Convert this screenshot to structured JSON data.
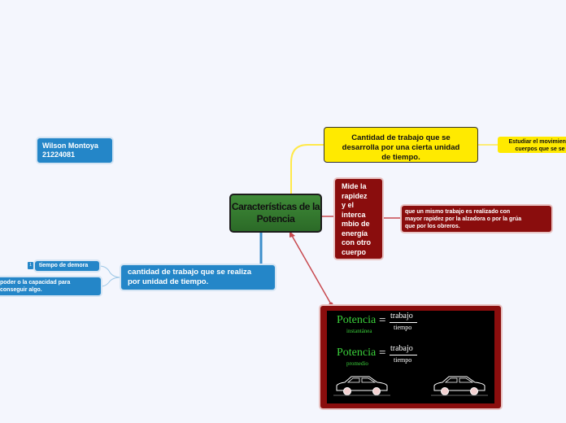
{
  "central": {
    "line1": "Características de la",
    "line2": "Potencia"
  },
  "author": {
    "name": "Wilson Montoya",
    "id": "21224081"
  },
  "yellow_main": {
    "line1": "Cantidad de trabajo que se",
    "line2": "desarrolla por una cierta unidad",
    "line3": "de tiempo."
  },
  "yellow_sub": {
    "line1": "Estudiar el movimiento",
    "line2": "cuerpos que se se"
  },
  "red_tall": {
    "lines": [
      "Mide la",
      "rapidez",
      "y el",
      "interca",
      "mbio de",
      "energía",
      "con otro",
      "cuerpo"
    ]
  },
  "red_sub": {
    "line1": "que un mismo trabajo es realizado con",
    "line2": "mayor rapidez por la alzadora o por la grúa",
    "line3": "que por los obreros."
  },
  "left_main": {
    "line1": "cantidad de trabajo que se realiza",
    "line2": "por unidad de tiempo."
  },
  "left_small1": {
    "label": "tiempo de demora",
    "badge": "1"
  },
  "left_small2": {
    "line1": "poder o la capacidad para",
    "line2": "conseguir algo."
  },
  "formula": {
    "row1": {
      "word": "Potencia",
      "sub": "instantánea",
      "eq": "=",
      "num": "trabajo",
      "den": "tiempo"
    },
    "row2": {
      "word": "Potencia",
      "sub": "promedio",
      "eq": "=",
      "num": "trabajo",
      "den": "tiempo"
    }
  },
  "colors": {
    "central": "#2c6b28",
    "yellow": "#ffea00",
    "red": "#8a0d0d",
    "blue": "#2486c8",
    "connector_yellow": "#ffe94a",
    "connector_red": "#c8494f",
    "connector_blue": "#3d8fcb"
  }
}
